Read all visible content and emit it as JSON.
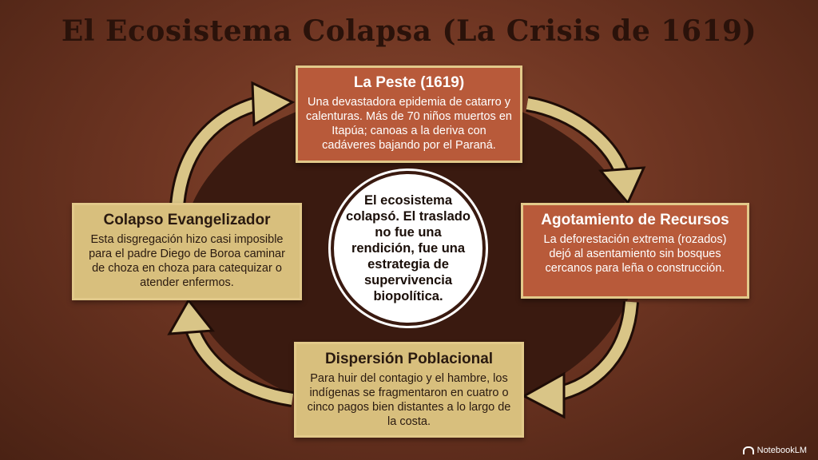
{
  "title": "El Ecosistema Colapsa (La Crisis de 1619)",
  "center_text": "El ecosistema colapsó. El traslado no fue una rendición, fue una estrategia de supervivencia biopolítica.",
  "nodes": {
    "top": {
      "heading": "La Peste (1619)",
      "body": "Una devastadora epidemia de catarro y calenturas. Más de 70 niños muertos en Itapúa; canoas a la deriva con cadáveres bajando por el Paraná."
    },
    "right": {
      "heading": "Agotamiento de Recursos",
      "body": "La deforestación extrema (rozados) dejó al asentamiento sin bosques cercanos para leña o construcción."
    },
    "bottom": {
      "heading": "Dispersión Poblacional",
      "body": "Para huir del contagio y el hambre, los indígenas se fragmentaron en cuatro o cinco pagos bien distantes a lo largo de la costa."
    },
    "left": {
      "heading": "Colapso Evangelizador",
      "body": "Esta disgregación hizo casi imposible para el padre Diego de Boroa caminar de choza en choza para catequizar o atender enfermos."
    }
  },
  "brand": "NotebookLM",
  "colors": {
    "accent_red": "#b85a3a",
    "accent_tan": "#d8bf7d",
    "arrow": "#d9c587",
    "dark_blob": "#3a1a10"
  }
}
